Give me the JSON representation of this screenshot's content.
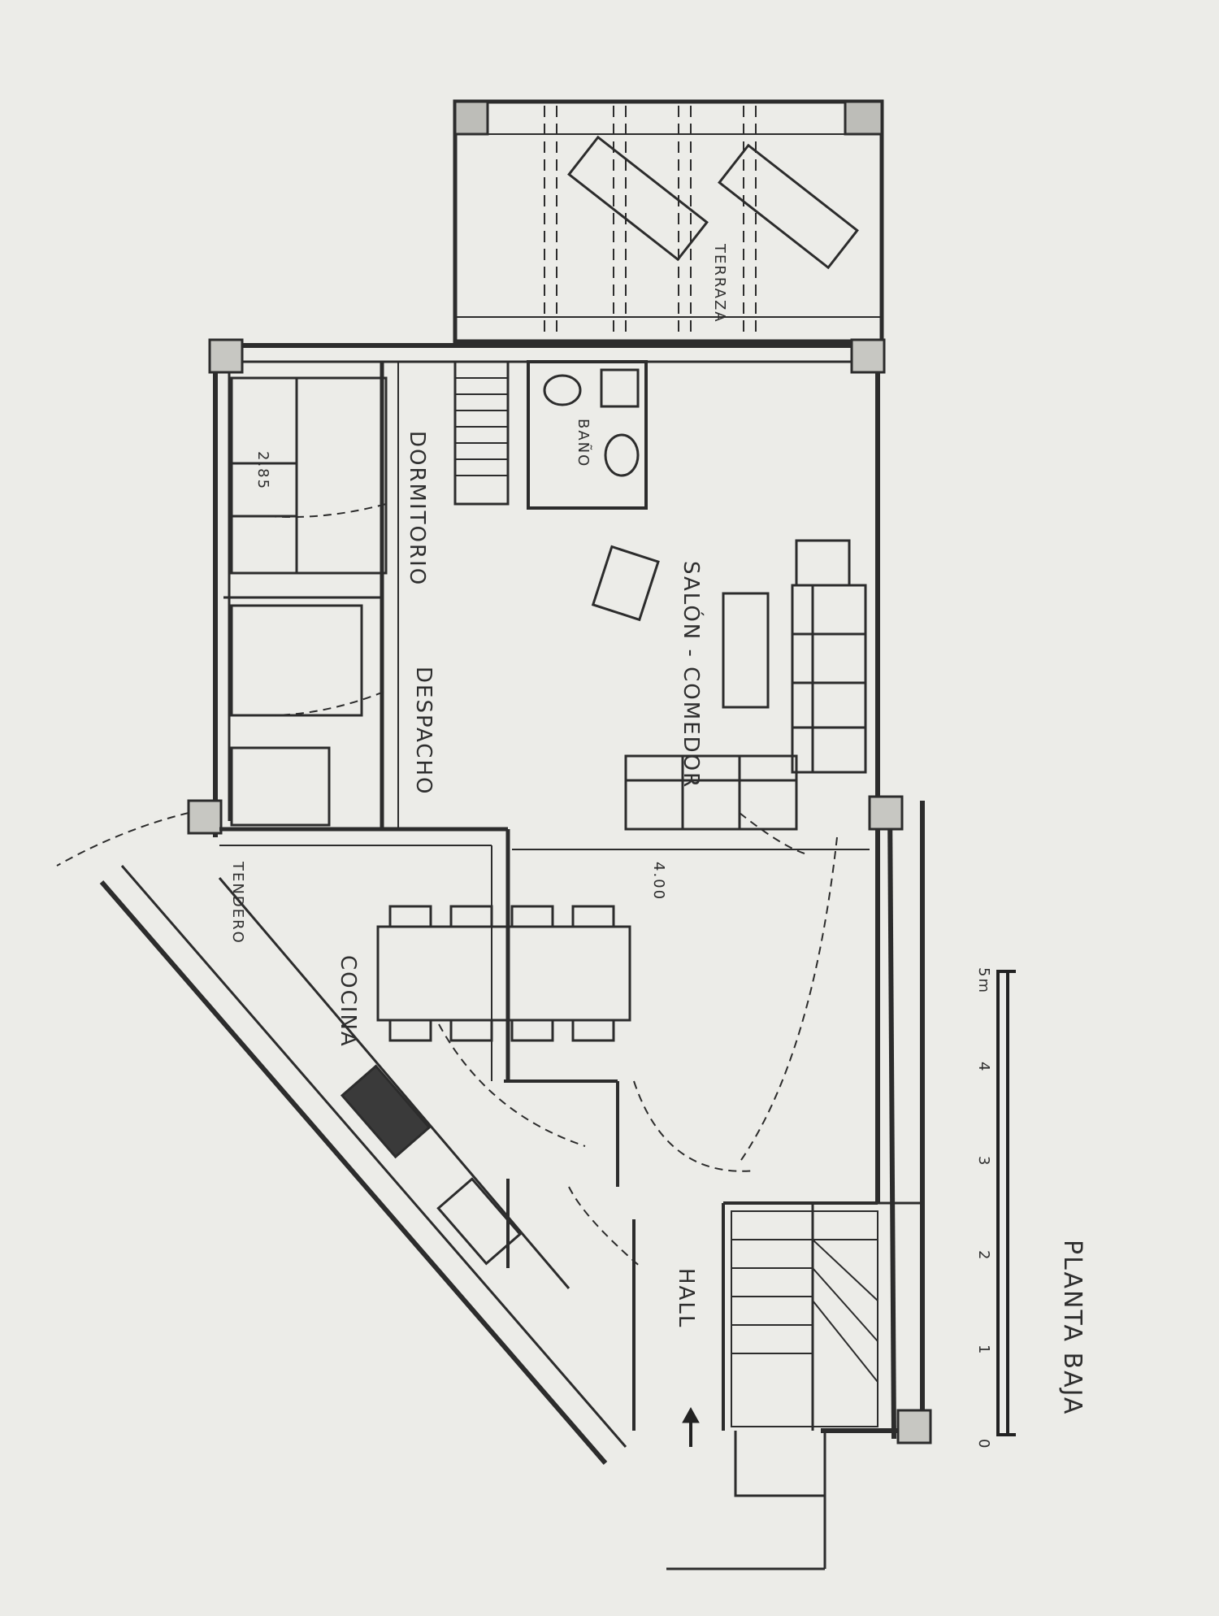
{
  "plan": {
    "title": "PLANTA BAJA",
    "rooms": {
      "terraza": "TERRAZA",
      "dormitorio": "DORMITORIO",
      "bano": "BAÑO",
      "salon_comedor": "SALÓN - COMEDOR",
      "despacho": "DESPACHO",
      "cocina": "COCINA",
      "hall": "HALL",
      "tendero": "TENDERO"
    },
    "dimensions": {
      "wall": "4.00",
      "bed": "2.85"
    },
    "scale": {
      "ticks": [
        "0",
        "1",
        "2",
        "3",
        "4",
        "5m"
      ]
    }
  }
}
